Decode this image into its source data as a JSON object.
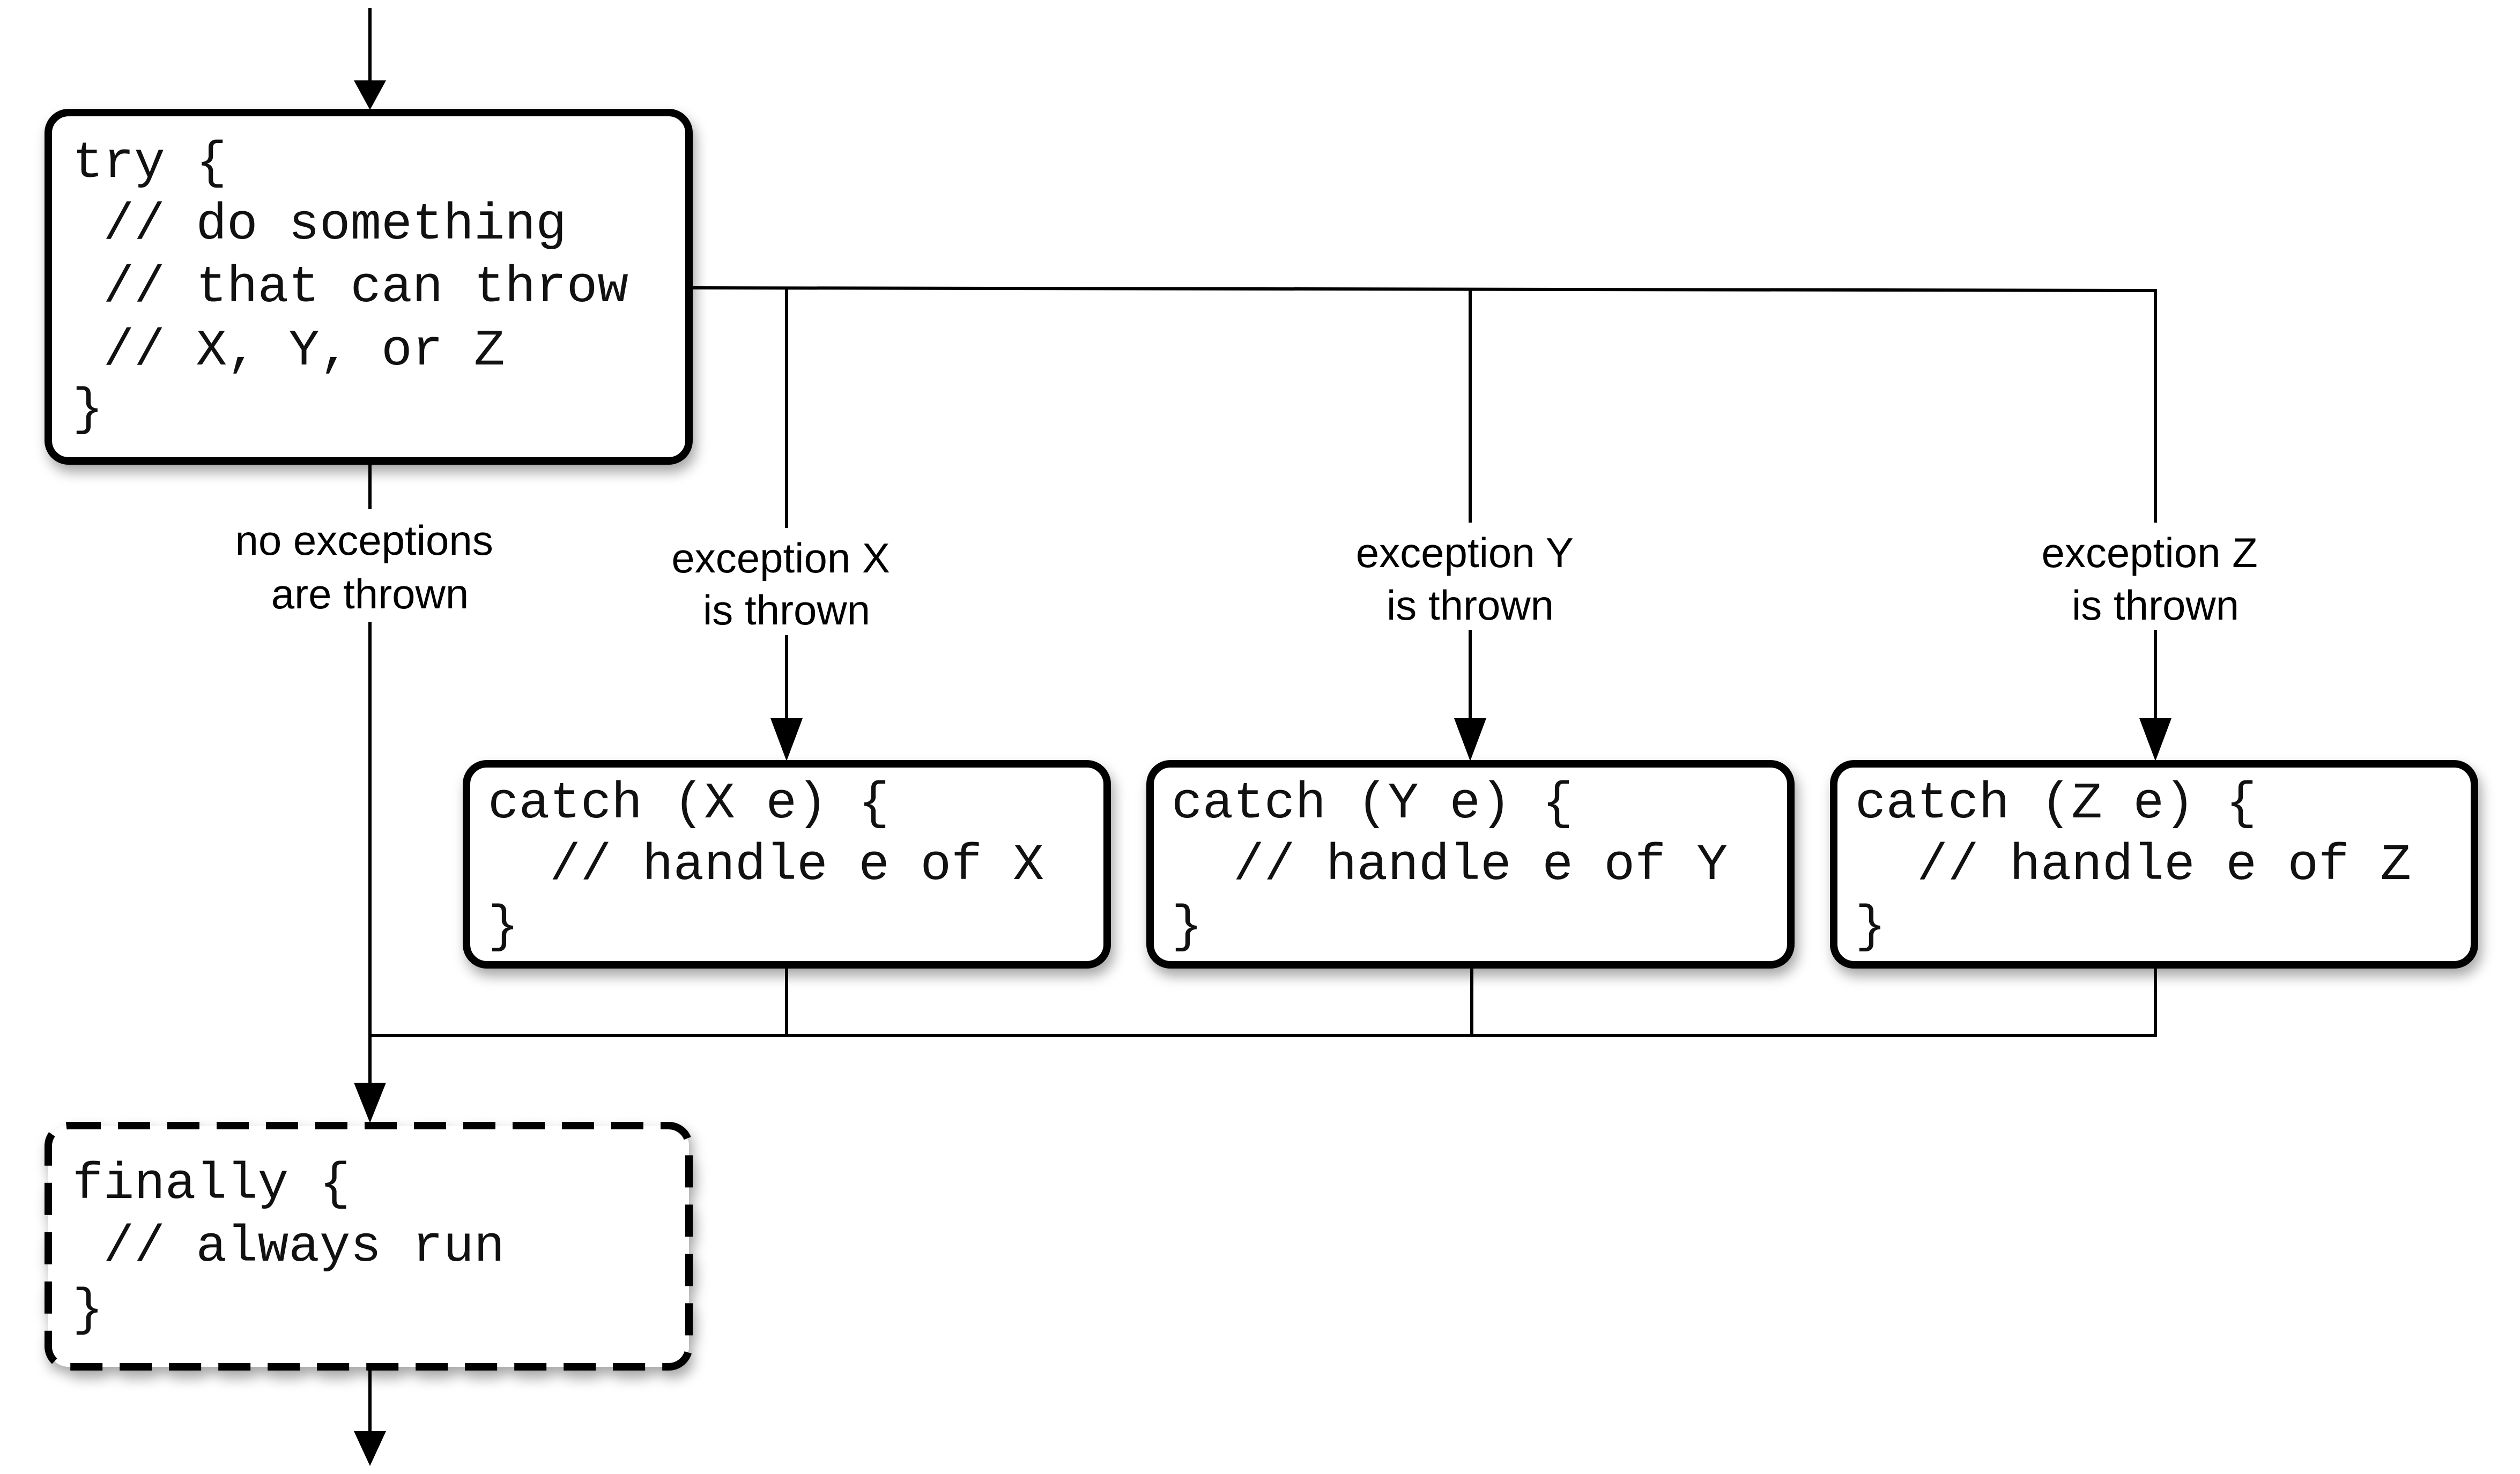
{
  "try_block": {
    "lines": [
      "try {",
      " // do something",
      " // that can throw",
      " // X, Y, or Z",
      "}"
    ]
  },
  "edge_labels": {
    "no_exceptions": [
      "no exceptions",
      "are thrown"
    ],
    "exception_x": [
      "exception X",
      "is thrown"
    ],
    "exception_y": [
      "exception Y",
      "is thrown"
    ],
    "exception_z": [
      "exception Z",
      "is thrown"
    ]
  },
  "catch_x": {
    "lines": [
      "catch (X e) {",
      "  // handle e of X",
      "}"
    ]
  },
  "catch_y": {
    "lines": [
      "catch (Y e) {",
      "  // handle e of Y",
      "}"
    ]
  },
  "catch_z": {
    "lines": [
      "catch (Z e) {",
      "  // handle e of Z",
      "}"
    ]
  },
  "finally_block": {
    "lines": [
      "finally {",
      " // always run",
      "}"
    ]
  }
}
